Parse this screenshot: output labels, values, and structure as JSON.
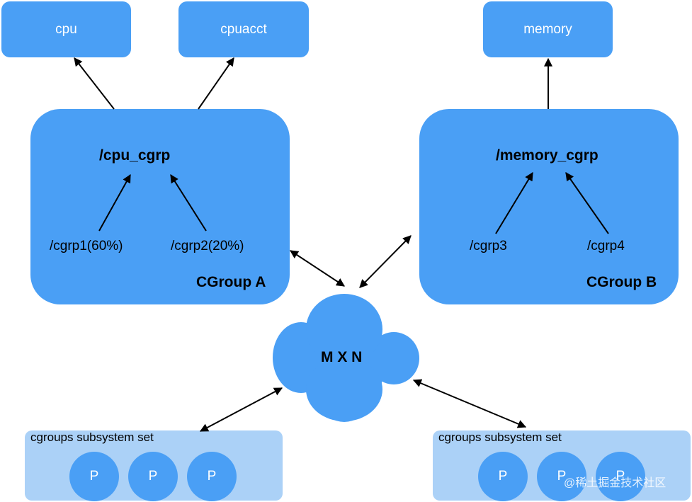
{
  "subsystems": {
    "cpu": "cpu",
    "cpuacct": "cpuacct",
    "memory": "memory"
  },
  "cgroup_a": {
    "title": "CGroup A",
    "root": "/cpu_cgrp",
    "children": [
      "/cgrp1(60%)",
      "/cgrp2(20%)"
    ]
  },
  "cgroup_b": {
    "title": "CGroup B",
    "root": "/memory_cgrp",
    "children": [
      "/cgrp3",
      "/cgrp4"
    ]
  },
  "hub": {
    "label": "M X N"
  },
  "sets": [
    {
      "title": "cgroups subsystem set",
      "processes": [
        "P",
        "P",
        "P"
      ]
    },
    {
      "title": "cgroups subsystem set",
      "processes": [
        "P",
        "P",
        "P"
      ]
    }
  ],
  "watermark": "@稀土掘金技术社区",
  "colors": {
    "box": "#4a9ff5",
    "set_bg": "#abd1f7",
    "arrow": "#000000"
  }
}
